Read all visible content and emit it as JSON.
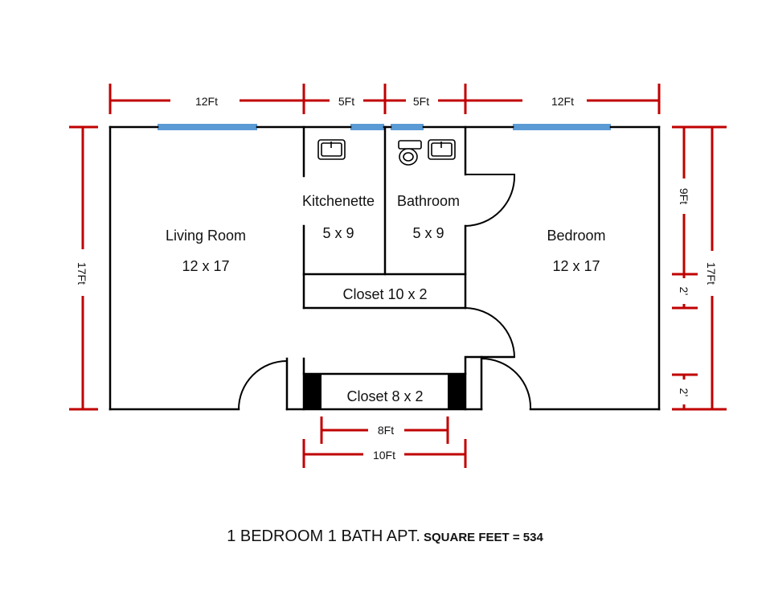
{
  "colors": {
    "wall": "#000000",
    "window": "#5b9bd5",
    "dimension": "#c00000",
    "background": "#ffffff"
  },
  "rooms": {
    "living": {
      "name": "Living Room",
      "size": "12 x 17"
    },
    "kitchenette": {
      "name": "Kitchenette",
      "size": "5 x 9"
    },
    "bathroom": {
      "name": "Bathroom",
      "size": "5 x 9"
    },
    "bedroom": {
      "name": "Bedroom",
      "size": "12 x 17"
    },
    "closet_upper": {
      "label": "Closet 10 x 2"
    },
    "closet_lower": {
      "label": "Closet 8 x 2"
    }
  },
  "dimensions": {
    "top": [
      "12Ft",
      "5Ft",
      "5Ft",
      "12Ft"
    ],
    "left": "17Ft",
    "right_outer": "17Ft",
    "right_inner": [
      "9Ft",
      "2’",
      "2’"
    ],
    "bottom": [
      "8Ft",
      "10Ft"
    ]
  },
  "fixtures": [
    "sink-icon",
    "toilet-icon",
    "sink-icon"
  ],
  "caption": {
    "title": "1 BEDROOM 1 BATH APT.",
    "square_feet": "SQUARE FEET =  534"
  }
}
